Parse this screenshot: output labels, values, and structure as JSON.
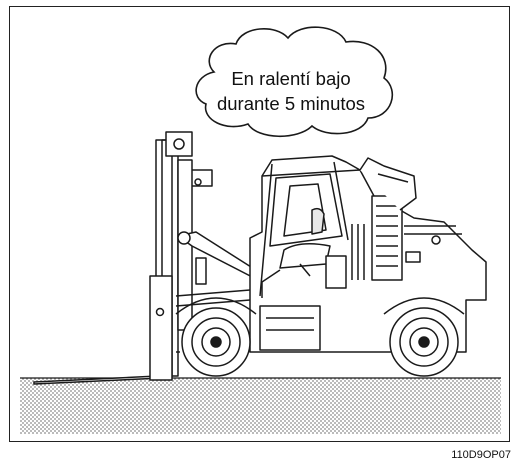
{
  "bubble": {
    "line1": "En ralentí bajo",
    "line2": "durante 5 minutos"
  },
  "figure_code": "110D9OP07",
  "colors": {
    "line": "#1a1a1a",
    "ground_dot": "#9a9a9a",
    "background": "#ffffff"
  }
}
